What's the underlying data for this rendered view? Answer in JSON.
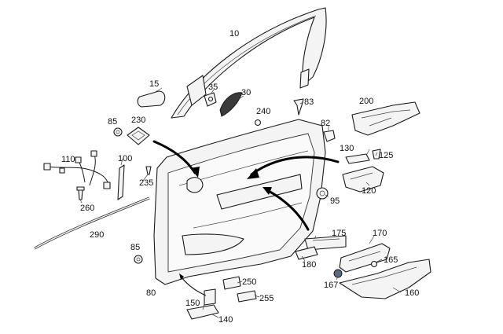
{
  "parts": [
    {
      "id": "10",
      "label": "10"
    },
    {
      "id": "15",
      "label": "15"
    },
    {
      "id": "30",
      "label": "30"
    },
    {
      "id": "35",
      "label": "35"
    },
    {
      "id": "83",
      "label": "83"
    },
    {
      "id": "200",
      "label": "200"
    },
    {
      "id": "85a",
      "label": "85"
    },
    {
      "id": "230",
      "label": "230"
    },
    {
      "id": "240",
      "label": "240"
    },
    {
      "id": "82",
      "label": "82"
    },
    {
      "id": "130",
      "label": "130"
    },
    {
      "id": "125",
      "label": "125"
    },
    {
      "id": "110",
      "label": "110"
    },
    {
      "id": "100",
      "label": "100"
    },
    {
      "id": "235",
      "label": "235"
    },
    {
      "id": "120",
      "label": "120"
    },
    {
      "id": "95",
      "label": "95"
    },
    {
      "id": "260",
      "label": "260"
    },
    {
      "id": "290",
      "label": "290"
    },
    {
      "id": "175",
      "label": "175"
    },
    {
      "id": "170",
      "label": "170"
    },
    {
      "id": "85b",
      "label": "85"
    },
    {
      "id": "180",
      "label": "180"
    },
    {
      "id": "165",
      "label": "165"
    },
    {
      "id": "250",
      "label": "250"
    },
    {
      "id": "167",
      "label": "167"
    },
    {
      "id": "160",
      "label": "160"
    },
    {
      "id": "80",
      "label": "80"
    },
    {
      "id": "255",
      "label": "255"
    },
    {
      "id": "150",
      "label": "150"
    },
    {
      "id": "140",
      "label": "140"
    }
  ]
}
